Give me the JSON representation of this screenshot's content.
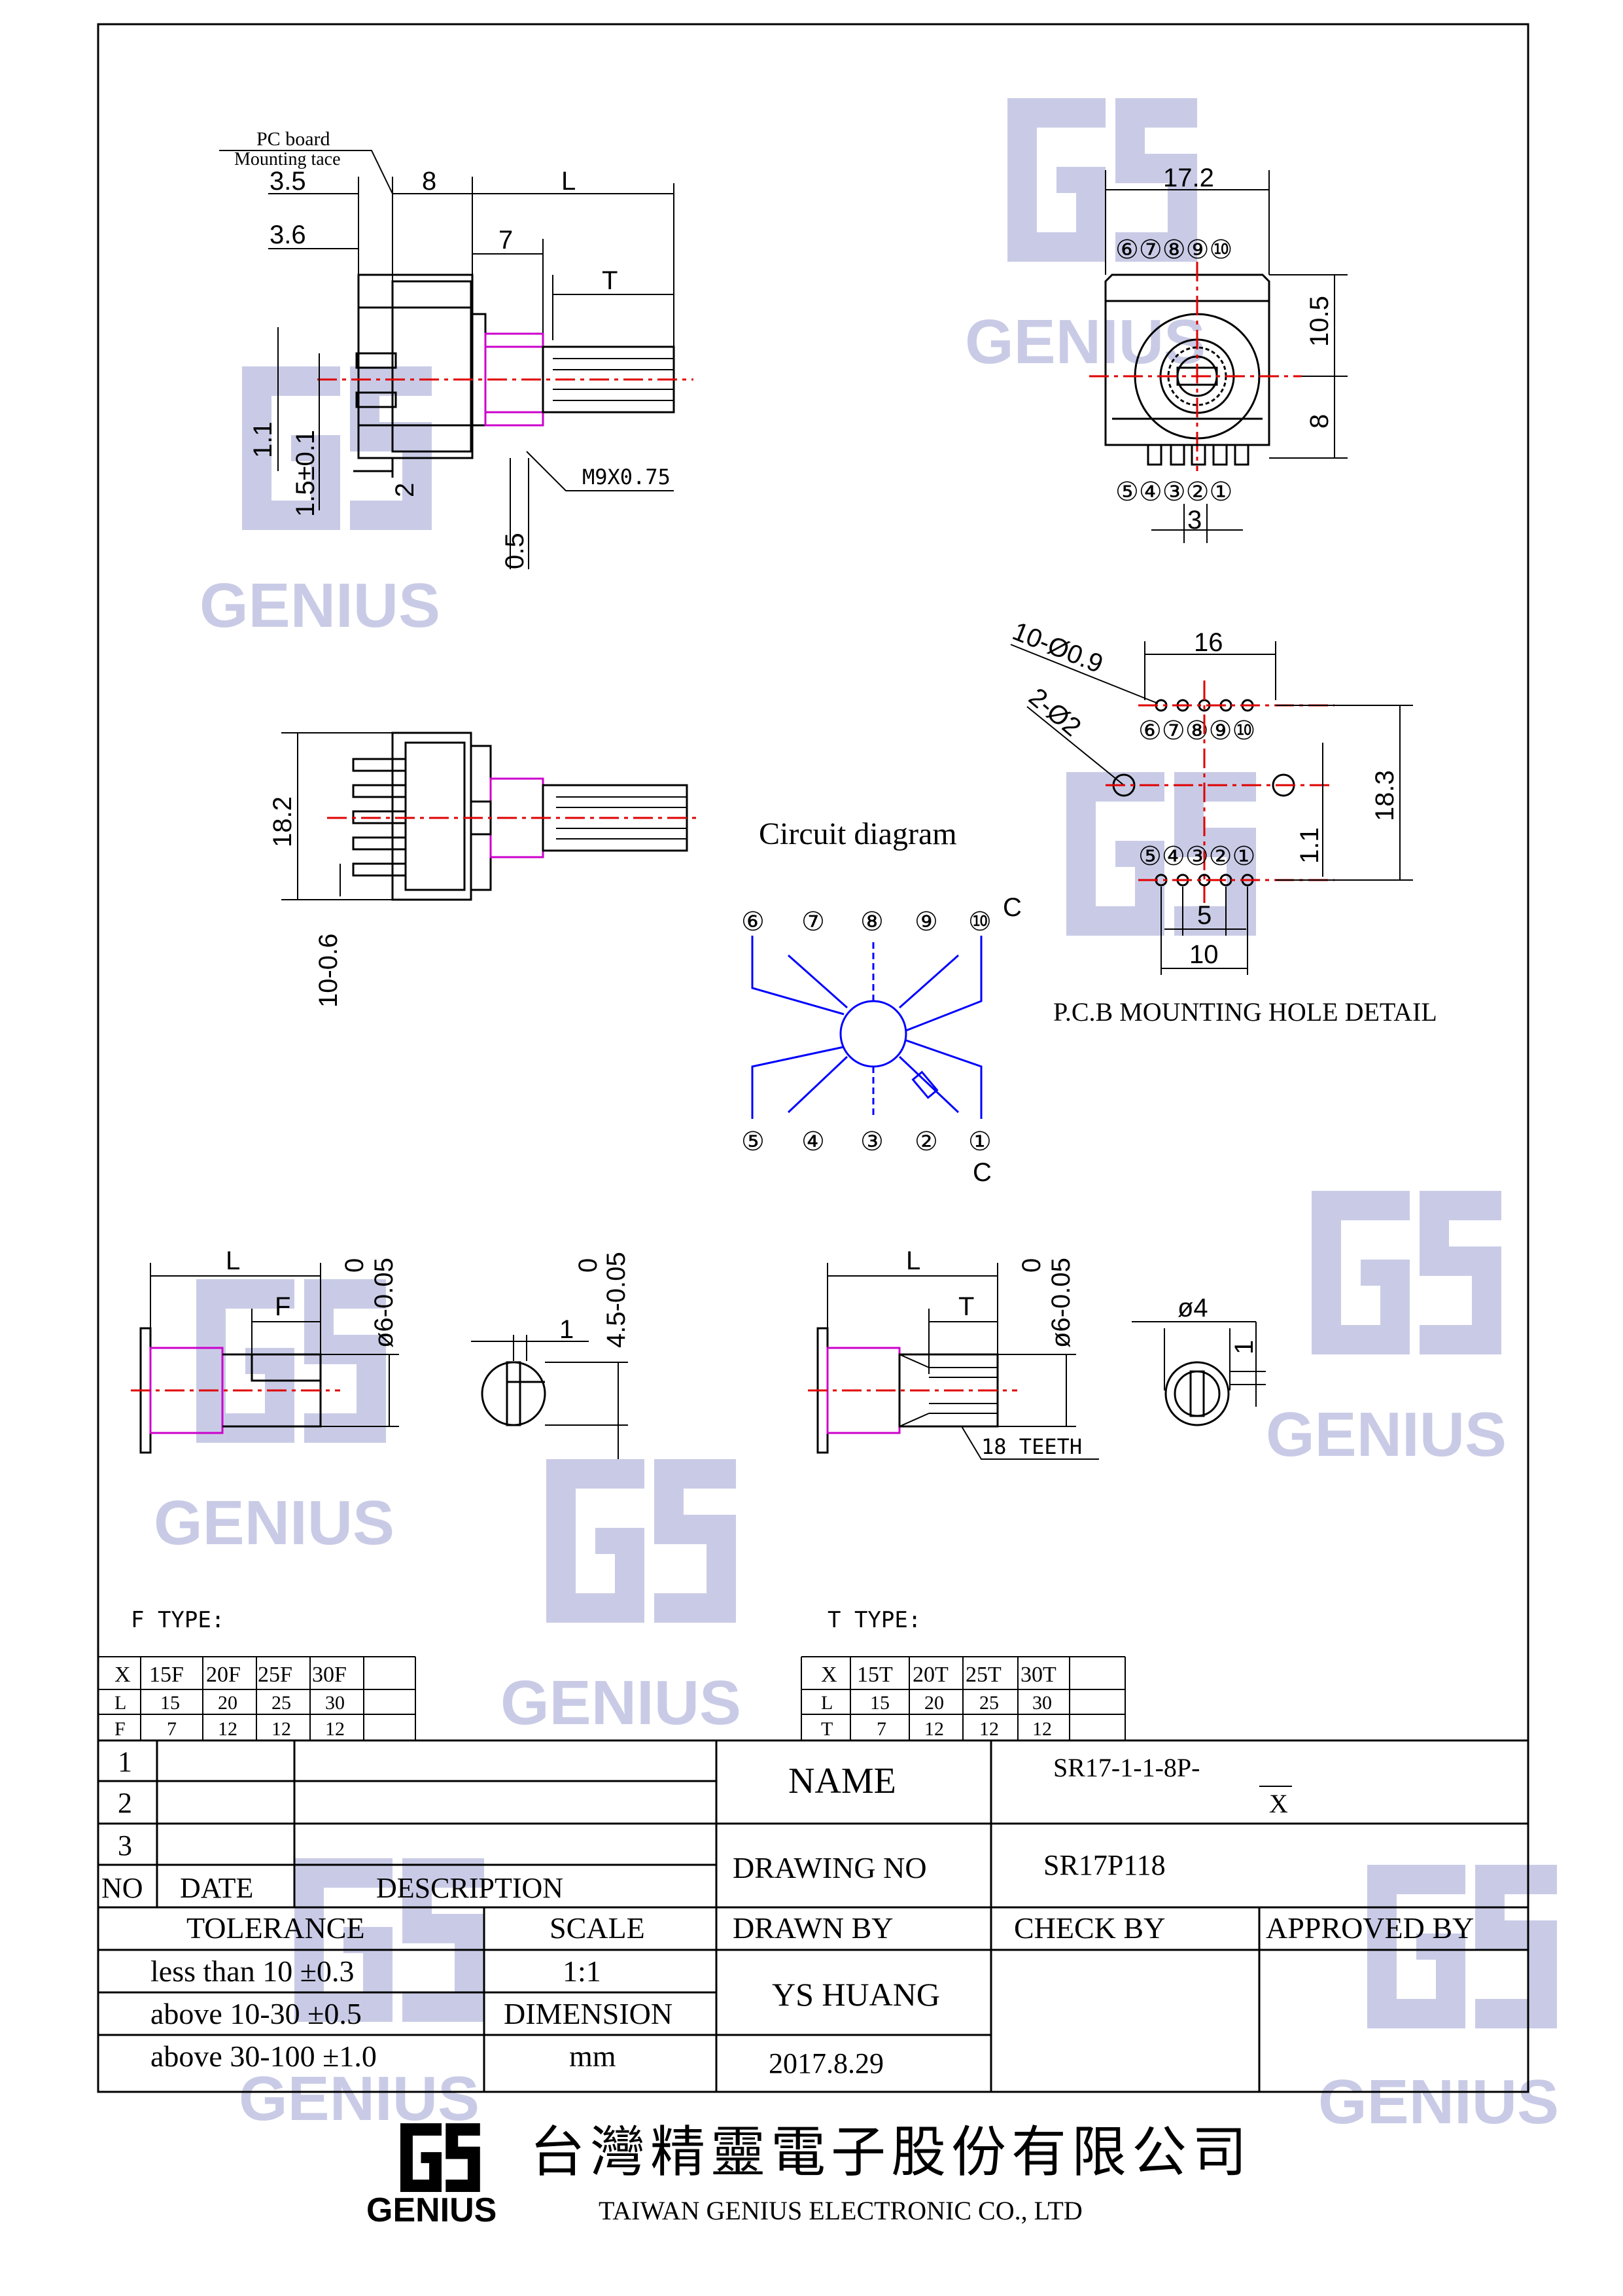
{
  "company": {
    "name_zh": "台灣精靈電子股份有限公司",
    "name_en": "TAIWAN GENIUS ELECTRONIC CO., LTD",
    "logo_text": "GENIUS"
  },
  "watermark_text": "GENIUS",
  "side_view": {
    "pc_board_label": "PC board",
    "mounting_face_label": "Mounting tace",
    "dims": [
      "3.5",
      "8",
      "L",
      "3.6",
      "7",
      "T",
      "1.1",
      "1.5±0.1",
      "2",
      "0.5"
    ],
    "thread_label": "M9X0.75"
  },
  "front_view": {
    "width": "17.2",
    "top_pins": [
      "⑥⑦⑧⑨⑩"
    ],
    "bottom_pins": [
      "⑤④③②①"
    ],
    "dim_right_upper": "10.5",
    "dim_right_lower": "8",
    "dim_pitch": "3"
  },
  "bottom_view": {
    "height": "18.2",
    "pins": "10-0.6"
  },
  "circuit": {
    "title": "Circuit diagram",
    "top_pins": [
      "⑥",
      "⑦",
      "⑧",
      "⑨",
      "⑩"
    ],
    "bottom_pins": [
      "⑤",
      "④",
      "③",
      "②",
      "①"
    ],
    "common_label": "C"
  },
  "pcb_detail": {
    "title": "P.C.B MOUNTING  HOLE  DETAIL",
    "holes_small": "10-Ø0.9",
    "holes_large": "2-Ø2",
    "width": "16",
    "height": "18.3",
    "row_gap": "1.1",
    "dim_5": "5",
    "dim_10": "10",
    "top_pins": "⑥⑦⑧⑨⑩",
    "bottom_pins": "⑤④③②①"
  },
  "shafts": {
    "f_dims": [
      "L",
      "F",
      "0",
      "ø6-0.05"
    ],
    "f_end_dims": [
      "1",
      "0",
      "4.5-0.05"
    ],
    "t_dims": [
      "L",
      "T",
      "0",
      "ø6-0.05"
    ],
    "teeth_label": "18  TEETH",
    "t_end_dims": [
      "ø4",
      "1"
    ]
  },
  "f_type": {
    "title": "F TYPE:",
    "rows": [
      [
        "X",
        "15F",
        "20F",
        "25F",
        "30F",
        ""
      ],
      [
        "L",
        "15",
        "20",
        "25",
        "30",
        ""
      ],
      [
        "F",
        "7",
        "12",
        "12",
        "12",
        ""
      ]
    ]
  },
  "t_type": {
    "title": "T TYPE:",
    "rows": [
      [
        "X",
        "15T",
        "20T",
        "25T",
        "30T",
        ""
      ],
      [
        "L",
        "15",
        "20",
        "25",
        "30",
        ""
      ],
      [
        "T",
        "7",
        "12",
        "12",
        "12",
        ""
      ]
    ]
  },
  "title_block": {
    "rev_numbers": [
      "1",
      "2",
      "3"
    ],
    "no_label": "NO",
    "date_label": "DATE",
    "description_label": "DESCRIPTION",
    "name_label": "NAME",
    "name_value": "SR17-1-1-8P-",
    "name_suffix": "X",
    "drawing_no_label": "DRAWING  NO",
    "drawing_no_value": "SR17P118",
    "drawn_by_label": "DRAWN  BY",
    "check_by_label": "CHECK  BY",
    "approved_by_label": "APPROVED  BY",
    "drawn_by_value": "YS  HUANG",
    "date_value": "2017.8.29",
    "tolerance_label": "TOLERANCE",
    "scale_label": "SCALE",
    "scale_value": "1:1",
    "dimension_label": "DIMENSION",
    "dimension_value": "mm",
    "tolerances": [
      "less than  10  ±0.3",
      "above 10-30 ±0.5",
      "above 30-100 ±1.0"
    ]
  }
}
